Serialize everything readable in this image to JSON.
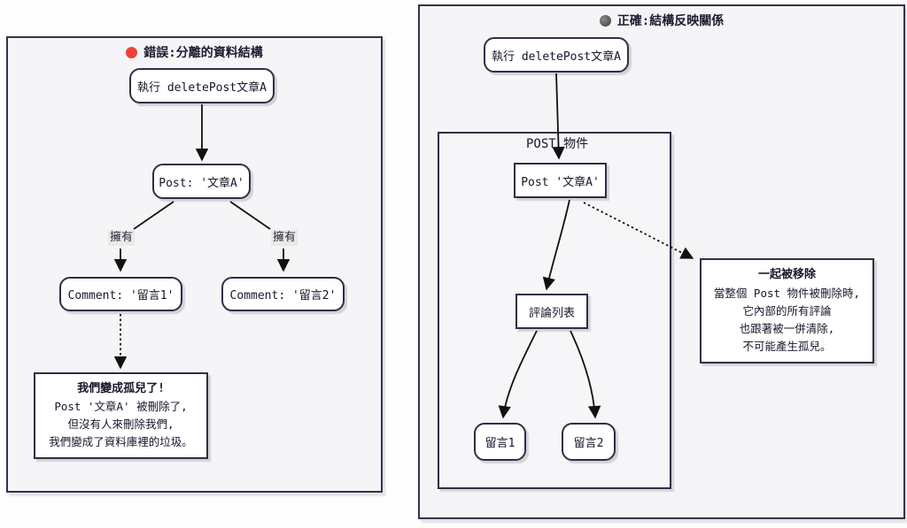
{
  "colors": {
    "error_dot": "#ee4136",
    "correct_dot": "#4c4c4c",
    "panel_border": "#33334d",
    "node_border": "#2e2e48",
    "panel_fill": "#f5f5f7",
    "edge_label_bg": "#e9e9e9",
    "edge_stroke": "#111111"
  },
  "left_panel": {
    "title": "錯誤:分離的資料結構",
    "title_icon": "red-dot",
    "nodes": {
      "action": "執行 deletePost文章A",
      "post": "Post: '文章A'",
      "comment1": "Comment: '留言1'",
      "comment2": "Comment: '留言2'"
    },
    "edge_labels": {
      "owns1": "擁有",
      "owns2": "擁有"
    },
    "note": {
      "title": "我們變成孤兒了!",
      "lines": [
        "Post '文章A' 被刪除了,",
        "但沒有人來刪除我們,",
        "我們變成了資料庫裡的垃圾。"
      ]
    }
  },
  "right_panel": {
    "title": "正確:結構反映關係",
    "title_icon": "dark-dot",
    "nodes": {
      "action": "執行 deletePost文章A",
      "container_label": "POST 物件",
      "post": "Post '文章A'",
      "comment_list": "評論列表",
      "comment1": "留言1",
      "comment2": "留言2"
    },
    "note": {
      "title": "一起被移除",
      "lines": [
        "當整個 Post 物件被刪除時,",
        "它內部的所有評論",
        "也跟著被一併清除,",
        "不可能產生孤兒。"
      ]
    }
  }
}
